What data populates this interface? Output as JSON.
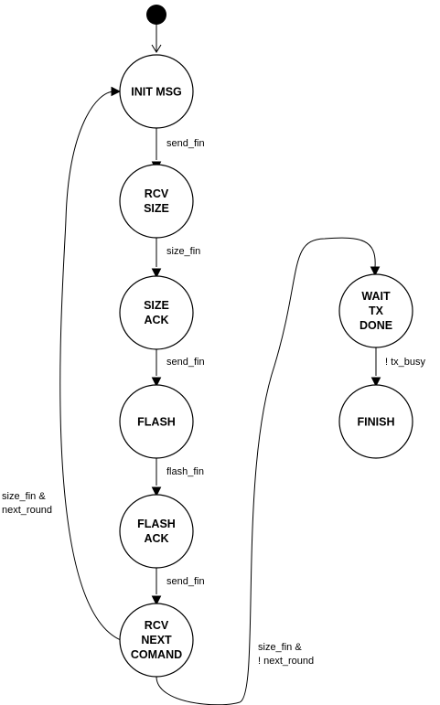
{
  "states": {
    "init_msg": [
      "INIT MSG"
    ],
    "rcv_size": [
      "RCV",
      "SIZE"
    ],
    "size_ack": [
      "SIZE",
      "ACK"
    ],
    "flash": [
      "FLASH"
    ],
    "flash_ack": [
      "FLASH",
      "ACK"
    ],
    "rcv_next_comand": [
      "RCV",
      "NEXT",
      "COMAND"
    ],
    "wait_tx_done": [
      "WAIT",
      "TX",
      "DONE"
    ],
    "finish": [
      "FINISH"
    ]
  },
  "transitions": {
    "init_to_rcv_size": [
      "send_fin"
    ],
    "rcv_size_to_size_ack": [
      "size_fin"
    ],
    "size_ack_to_flash": [
      "send_fin"
    ],
    "flash_to_flash_ack": [
      "flash_fin"
    ],
    "flash_ack_to_rcv_next": [
      "send_fin"
    ],
    "rcv_next_to_init": [
      "size_fin &",
      "next_round"
    ],
    "rcv_next_to_wait_tx": [
      "size_fin &",
      "! next_round"
    ],
    "wait_tx_to_finish": [
      "! tx_busy"
    ]
  }
}
